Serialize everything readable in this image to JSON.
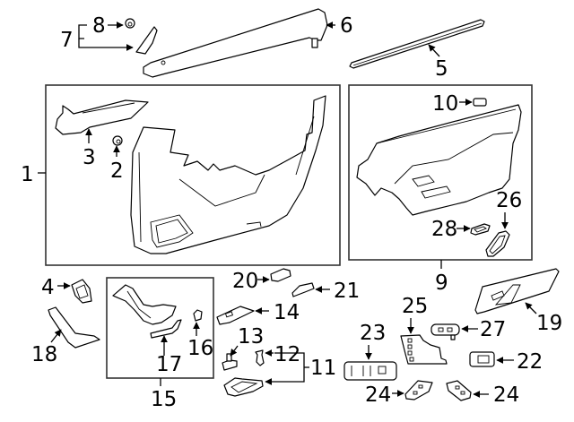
{
  "diagram": {
    "title": "Door trim panel parts diagram",
    "colors": {
      "line": "#000000",
      "box_border": "#333333",
      "background": "#ffffff"
    },
    "callouts": [
      {
        "id": "1",
        "label": "1",
        "part": "front door trim panel assembly"
      },
      {
        "id": "2",
        "label": "2",
        "part": "clip"
      },
      {
        "id": "3",
        "label": "3",
        "part": "bracket"
      },
      {
        "id": "4",
        "label": "4",
        "part": "cover"
      },
      {
        "id": "5",
        "label": "5",
        "part": "belt weatherstrip"
      },
      {
        "id": "6",
        "label": "6",
        "part": "upper trim"
      },
      {
        "id": "7",
        "label": "7",
        "part": "trim group"
      },
      {
        "id": "8",
        "label": "8",
        "part": "clip"
      },
      {
        "id": "9",
        "label": "9",
        "part": "rear door trim panel assembly"
      },
      {
        "id": "10",
        "label": "10",
        "part": "clip"
      },
      {
        "id": "11",
        "label": "11",
        "part": "handle group"
      },
      {
        "id": "12",
        "label": "12",
        "part": "push pin"
      },
      {
        "id": "13",
        "label": "13",
        "part": "cap"
      },
      {
        "id": "14",
        "label": "14",
        "part": "bezel"
      },
      {
        "id": "15",
        "label": "15",
        "part": "bracket kit"
      },
      {
        "id": "16",
        "label": "16",
        "part": "clip"
      },
      {
        "id": "17",
        "label": "17",
        "part": "strip"
      },
      {
        "id": "18",
        "label": "18",
        "part": "garnish"
      },
      {
        "id": "19",
        "label": "19",
        "part": "armrest trim"
      },
      {
        "id": "20",
        "label": "20",
        "part": "lamp lens"
      },
      {
        "id": "21",
        "label": "21",
        "part": "lamp"
      },
      {
        "id": "22",
        "label": "22",
        "part": "switch"
      },
      {
        "id": "23",
        "label": "23",
        "part": "window switch"
      },
      {
        "id": "24",
        "label": "24",
        "part": "switch bezel"
      },
      {
        "id": "24b",
        "label": "24",
        "part": "switch bezel"
      },
      {
        "id": "25",
        "label": "25",
        "part": "seat switch"
      },
      {
        "id": "26",
        "label": "26",
        "part": "handle bezel"
      },
      {
        "id": "27",
        "label": "27",
        "part": "switch"
      },
      {
        "id": "28",
        "label": "28",
        "part": "bezel"
      }
    ]
  }
}
